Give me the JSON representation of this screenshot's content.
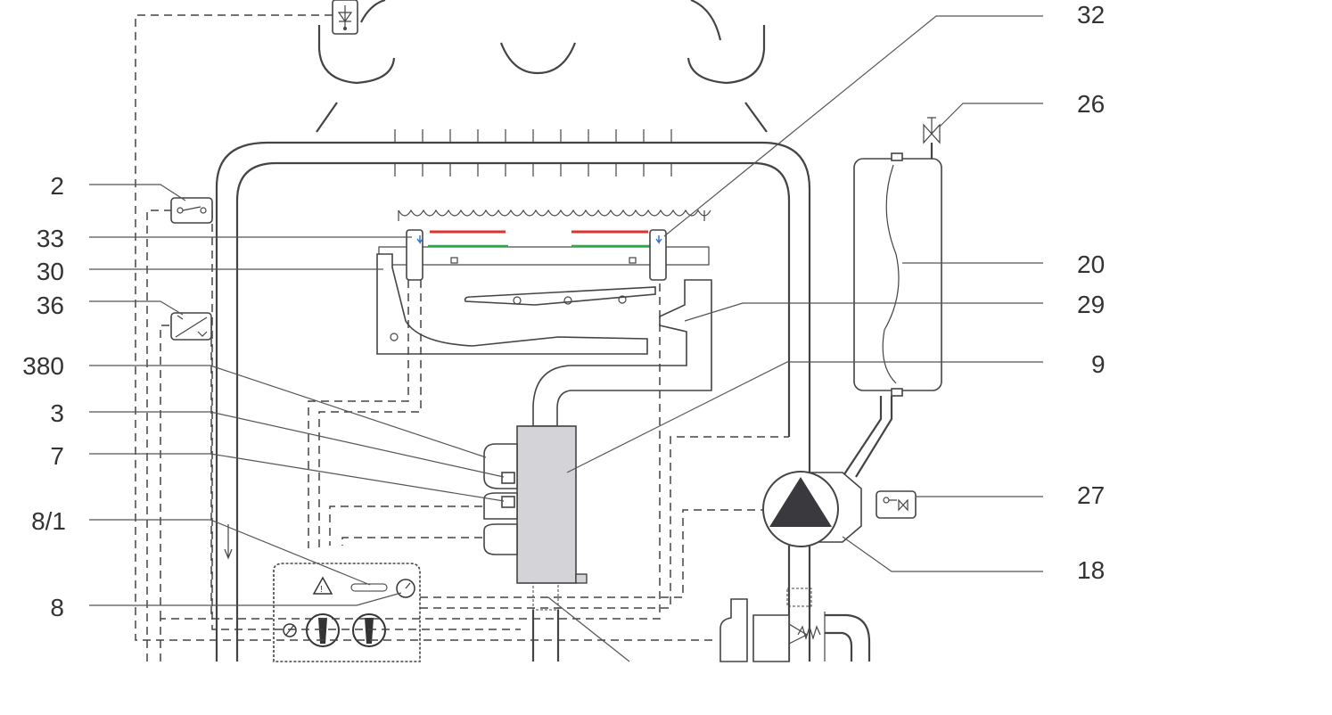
{
  "callouts": {
    "c2": "2",
    "c33": "33",
    "c30": "30",
    "c36": "36",
    "c380": "380",
    "c3": "3",
    "c7": "7",
    "c8_1": "8/1",
    "c8": "8",
    "c32": "32",
    "c26": "26",
    "c20": "20",
    "c29": "29",
    "c9": "9",
    "c27": "27",
    "c18": "18"
  },
  "colors": {
    "burner_red": "#e03030",
    "burner_green": "#2aa84a",
    "valve_fill": "#d4d4d8",
    "pump_triangle": "#3a3a3e",
    "line": "#444444",
    "label": "#333333"
  },
  "icons": {
    "warning": "warning-triangle-icon",
    "gauge": "pressure-gauge-icon",
    "pump": "pump-triangle-icon",
    "vent": "air-vent-valve-icon"
  }
}
